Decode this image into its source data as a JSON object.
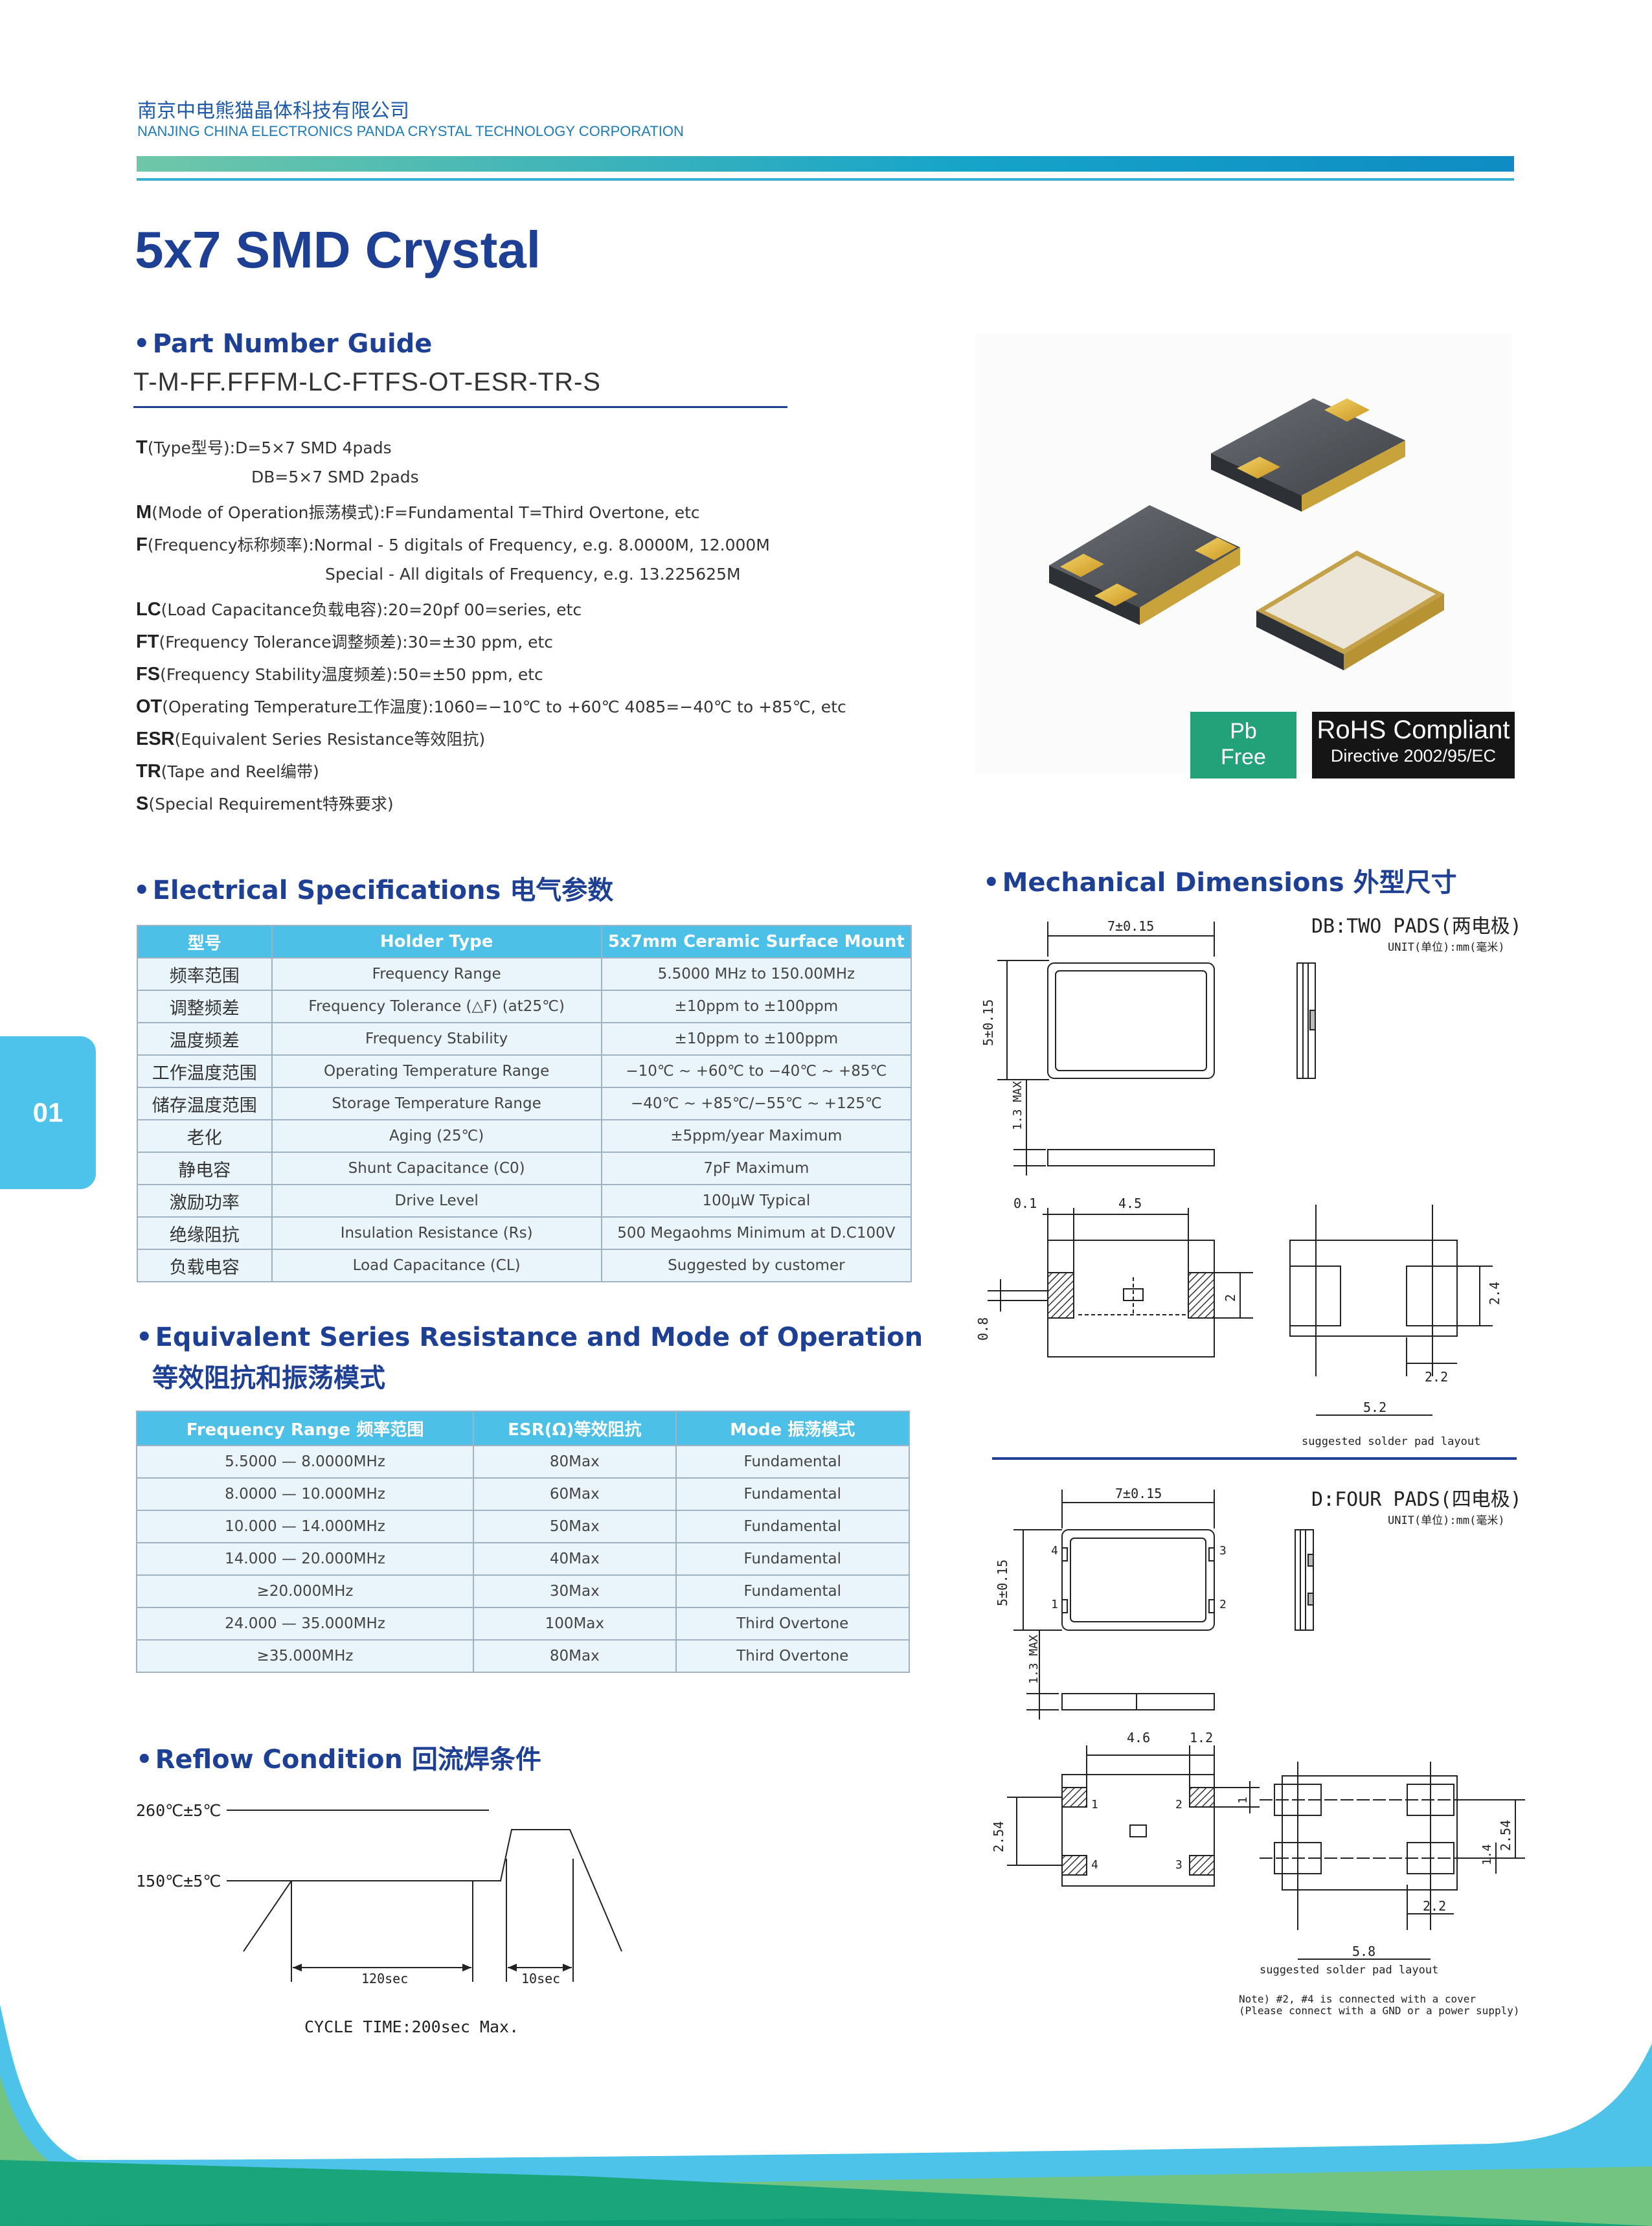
{
  "header": {
    "company_cn": "南京中电熊猫晶体科技有限公司",
    "company_en": "NANJING CHINA ELECTRONICS PANDA CRYSTAL TECHNOLOGY CORPORATION"
  },
  "title": "5x7 SMD Crystal",
  "part_guide": {
    "heading": "Part Number Guide",
    "pattern": "T-M-FF.FFFM-LC-FTFS-OT-ESR-TR-S",
    "lines": [
      {
        "key": "T",
        "text": "(Type型号):D=5×7 SMD 4pads"
      },
      {
        "key": "",
        "text": "DB=5×7 SMD 2pads"
      },
      {
        "key": "M",
        "text": "(Mode of Operation振荡模式):F=Fundamental T=Third Overtone, etc"
      },
      {
        "key": "F",
        "text": "(Frequency标称频率):Normal - 5 digitals of Frequency, e.g. 8.0000M, 12.000M"
      },
      {
        "key": "",
        "text": "Special - All digitals of Frequency, e.g. 13.225625M"
      },
      {
        "key": "LC",
        "text": "(Load Capacitance负载电容):20=20pf 00=series, etc"
      },
      {
        "key": "FT",
        "text": "(Frequency Tolerance调整频差):30=±30 ppm, etc"
      },
      {
        "key": "FS",
        "text": "(Frequency Stability温度频差):50=±50 ppm, etc"
      },
      {
        "key": "OT",
        "text": "(Operating Temperature工作温度):1060=−10℃ to +60℃ 4085=−40℃ to +85℃, etc"
      },
      {
        "key": "ESR",
        "text": "(Equivalent Series Resistance等效阻抗)"
      },
      {
        "key": "TR",
        "text": "(Tape and Reel编带)"
      },
      {
        "key": "S",
        "text": "(Special Requirement特殊要求)"
      }
    ]
  },
  "badges": {
    "pb_line1": "Pb",
    "pb_line2": "Free",
    "rohs_line1": "RoHS Compliant",
    "rohs_line2": "Directive 2002/95/EC"
  },
  "electrical": {
    "heading": "Electrical Specifications 电气参数",
    "headers": [
      "型号",
      "Holder Type",
      "5x7mm Ceramic Surface Mount"
    ],
    "rows": [
      [
        "频率范围",
        "Frequency Range",
        "5.5000 MHz to 150.00MHz"
      ],
      [
        "调整频差",
        "Frequency Tolerance (△F)  (at25℃)",
        "±10ppm to ±100ppm"
      ],
      [
        "温度频差",
        "Frequency Stability",
        "±10ppm to ±100ppm"
      ],
      [
        "工作温度范围",
        "Operating Temperature Range",
        "−10℃ ~ +60℃ to −40℃ ~ +85℃"
      ],
      [
        "储存温度范围",
        "Storage Temperature Range",
        "−40℃ ~ +85℃/−55℃ ~ +125℃"
      ],
      [
        "老化",
        "Aging (25℃)",
        "±5ppm/year Maximum"
      ],
      [
        "静电容",
        "Shunt Capacitance (C0)",
        "7pF Maximum"
      ],
      [
        "激励功率",
        "Drive Level",
        "100μW Typical"
      ],
      [
        "绝缘阻抗",
        "Insulation Resistance (Rs)",
        "500 Megaohms Minimum at D.C100V"
      ],
      [
        "负载电容",
        "Load Capacitance (CL)",
        "Suggested by customer"
      ]
    ]
  },
  "esr": {
    "heading_en": "Equivalent Series Resistance  and Mode of Operation",
    "heading_cn": "等效阻抗和振荡模式",
    "headers": [
      "Frequency Range 频率范围",
      "ESR(Ω)等效阻抗",
      "Mode 振荡模式"
    ],
    "rows": [
      [
        "5.5000 — 8.0000MHz",
        "80Max",
        "Fundamental"
      ],
      [
        "8.0000 — 10.000MHz",
        "60Max",
        "Fundamental"
      ],
      [
        "10.000 — 14.000MHz",
        "50Max",
        "Fundamental"
      ],
      [
        "14.000 — 20.000MHz",
        "40Max",
        "Fundamental"
      ],
      [
        "≥20.000MHz",
        "30Max",
        "Fundamental"
      ],
      [
        "24.000 — 35.000MHz",
        "100Max",
        "Third Overtone"
      ],
      [
        "≥35.000MHz",
        "80Max",
        "Third Overtone"
      ]
    ]
  },
  "reflow": {
    "heading": "Reflow Condition 回流焊条件",
    "label_260": "260℃±5℃",
    "label_150": "150℃±5℃",
    "label_120": "120sec",
    "label_10": "10sec",
    "cycle": "CYCLE TIME:200sec Max."
  },
  "mechanical": {
    "heading": "Mechanical Dimensions 外型尺寸",
    "db_title": "DB:TWO PADS(两电极)",
    "unit": "UNIT(单位):mm(毫米)",
    "d_title": "D:FOUR PADS(四电极)",
    "dims_db": {
      "w": "7±0.15",
      "h": "5±0.15",
      "t": "1.3 MAX",
      "d01": "0.1",
      "d45": "4.5",
      "d2": "2",
      "d08": "0.8",
      "d24": "2.4",
      "d22": "2.2",
      "d52": "5.2"
    },
    "dims_d": {
      "w": "7±0.15",
      "h": "5±0.15",
      "t": "1.3 MAX",
      "d46": "4.6",
      "d12": "1.2",
      "d1": "1",
      "d254": "2.54",
      "d14": "1.4",
      "d22": "2.2",
      "d58": "5.8",
      "p1": "1",
      "p2": "2",
      "p3": "3",
      "p4": "4"
    },
    "solder_note": "suggested solder pad layout",
    "note1": "Note) #2, #4 is connected with a cover",
    "note2": "(Please connect with a GND or a power supply)"
  },
  "side_tab": "01",
  "colors": {
    "navy": "#1d3f94",
    "cyan": "#4cc0e6",
    "teal": "#16a4c9",
    "green": "#23a27a"
  }
}
